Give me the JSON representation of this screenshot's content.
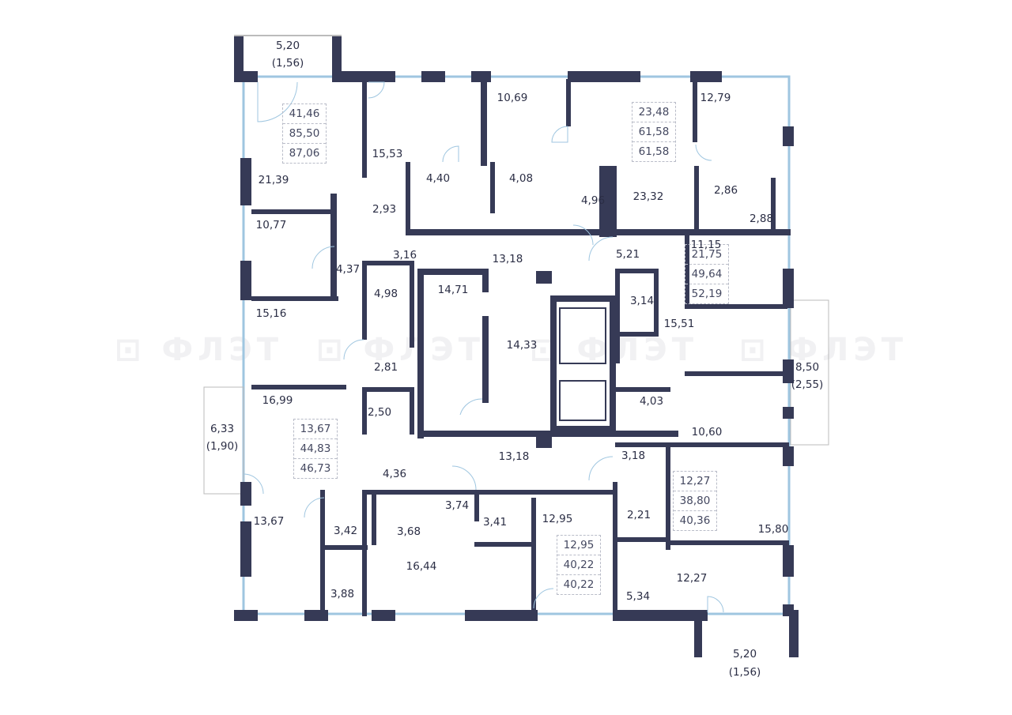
{
  "watermark": "ФЛЭТ",
  "colors": {
    "wall": "#363a56",
    "window": "#9fc6e0",
    "dash": "#b9bcc8"
  },
  "apartments": [
    {
      "living": "41,46",
      "total": "85,50",
      "total_with_balcony": "87,06"
    },
    {
      "living": "23,48",
      "total": "61,58",
      "total_with_balcony": "61,58"
    },
    {
      "living": "21,75",
      "total": "49,64",
      "total_with_balcony": "52,19"
    },
    {
      "living": "13,67",
      "total": "44,83",
      "total_with_balcony": "46,73"
    },
    {
      "living": "12,27",
      "total": "38,80",
      "total_with_balcony": "40,36"
    },
    {
      "living": "12,95",
      "total": "40,22",
      "total_with_balcony": "40,22"
    }
  ],
  "balconies": [
    {
      "area": "5,20",
      "reduced": "(1,56)"
    },
    {
      "area": "8,50",
      "reduced": "(2,55)"
    },
    {
      "area": "6,33",
      "reduced": "(1,90)"
    },
    {
      "area": "5,20",
      "reduced": "(1,56)"
    }
  ],
  "rooms": [
    "21,39",
    "15,53",
    "10,69",
    "12,79",
    "4,40",
    "4,08",
    "23,32",
    "2,86",
    "2,88",
    "4,96",
    "2,93",
    "10,77",
    "3,16",
    "13,18",
    "5,21",
    "11,15",
    "4,37",
    "4,98",
    "14,71",
    "3,14",
    "15,16",
    "14,33",
    "15,51",
    "2,81",
    "16,99",
    "2,50",
    "4,03",
    "10,60",
    "13,18",
    "3,18",
    "4,36",
    "3,74",
    "13,67",
    "3,42",
    "3,68",
    "3,41",
    "12,95",
    "2,21",
    "15,80",
    "16,44",
    "12,27",
    "3,88",
    "5,34"
  ]
}
